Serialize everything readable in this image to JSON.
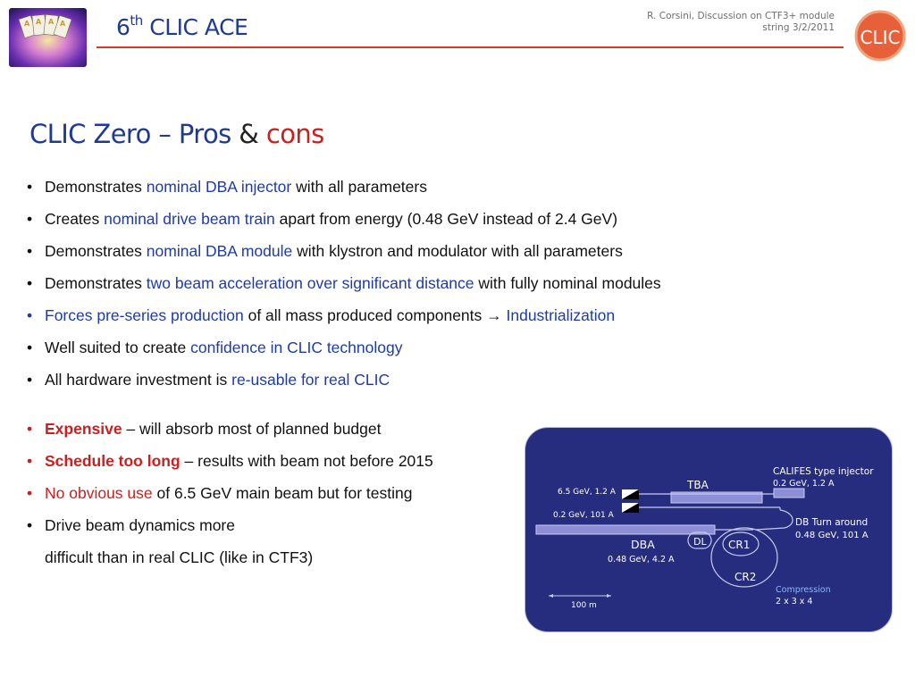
{
  "header": {
    "title_number": "6",
    "title_sup": "th",
    "title_rest": " CLIC ACE",
    "author_line1": "R. Corsini, Discussion on CTF3+ module",
    "author_line2": "string  3/2/2011",
    "logo_text": "CLIC"
  },
  "heading": {
    "part1": "CLIC Zero – Pros",
    "amp": " & ",
    "cons": "cons"
  },
  "pros": [
    {
      "a": "Demonstrates ",
      "b": "nominal DBA injector",
      "c": " with all parameters"
    },
    {
      "a": "Creates ",
      "b": "nominal drive beam train",
      "c": " apart from energy (0.48 GeV instead of 2.4 GeV)"
    },
    {
      "a": "Demonstrates ",
      "b": "nominal DBA module",
      "c": " with klystron and modulator with all parameters"
    },
    {
      "a": "Demonstrates ",
      "b": "two beam acceleration over significant distance",
      "c": " with fully nominal modules"
    },
    {
      "a": "Forces pre-series production",
      "b": " of all mass produced components → ",
      "c": "Industrialization"
    },
    {
      "a": "Well suited to create ",
      "b": "confidence in CLIC technology",
      "c": ""
    },
    {
      "a": "All hardware investment is ",
      "b": "re-usable for real CLIC",
      "c": ""
    }
  ],
  "cons": [
    {
      "a": "Expensive",
      "b": " – will absorb most of planned budget"
    },
    {
      "a": "Schedule too long",
      "b": " – results with beam not before 2015"
    },
    {
      "a": "No obvious use",
      "b": " of 6.5 GeV main beam but for testing"
    },
    {
      "a": "Drive beam dynamics more"
    },
    {
      "a": "difficult than in real CLIC (like in CTF3)"
    }
  ],
  "diagram": {
    "tba": "TBA",
    "main_beam": "6.5 GeV, 1.2 A",
    "drive_beam": "0.2 GeV, 101 A",
    "califes_title": "CALIFES type injector",
    "califes_val": "0.2 GeV, 1.2 A",
    "turn_title": "DB Turn around",
    "turn_val": "0.48 GeV, 101 A",
    "dba": "DBA",
    "dba_val": "0.48 GeV, 4.2 A",
    "dl": "DL",
    "cr1": "CR1",
    "cr2": "CR2",
    "comp_title": "Compression",
    "comp_val": "2 x 3 x 4",
    "scale": "100 m"
  },
  "colors": {
    "accent_blue": "#1f3ba8",
    "accent_red": "#cc1f1f",
    "header_line": "#d23a2c",
    "diagram_bg": "#262d7e",
    "logo_orange": "#e8603a"
  }
}
